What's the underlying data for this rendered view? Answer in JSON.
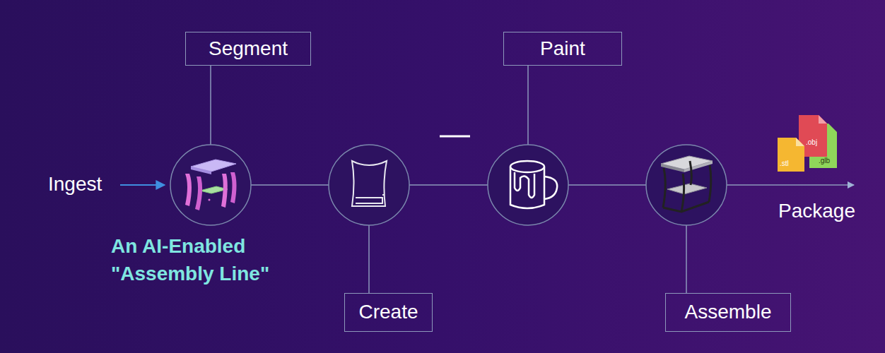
{
  "diagram": {
    "nodes": [
      {
        "text": [
          "Segment"
        ]
      },
      {
        "text": [
          "Create"
        ]
      },
      {
        "text": [
          "Paint"
        ]
      },
      {
        "text": [
          "Assemble"
        ]
      }
    ],
    "labels": [
      "Ingest",
      "An AI-Enabled \"Assembly Line\"",
      "Package",
      ".stl",
      ".obj",
      ".glb"
    ]
  }
}
